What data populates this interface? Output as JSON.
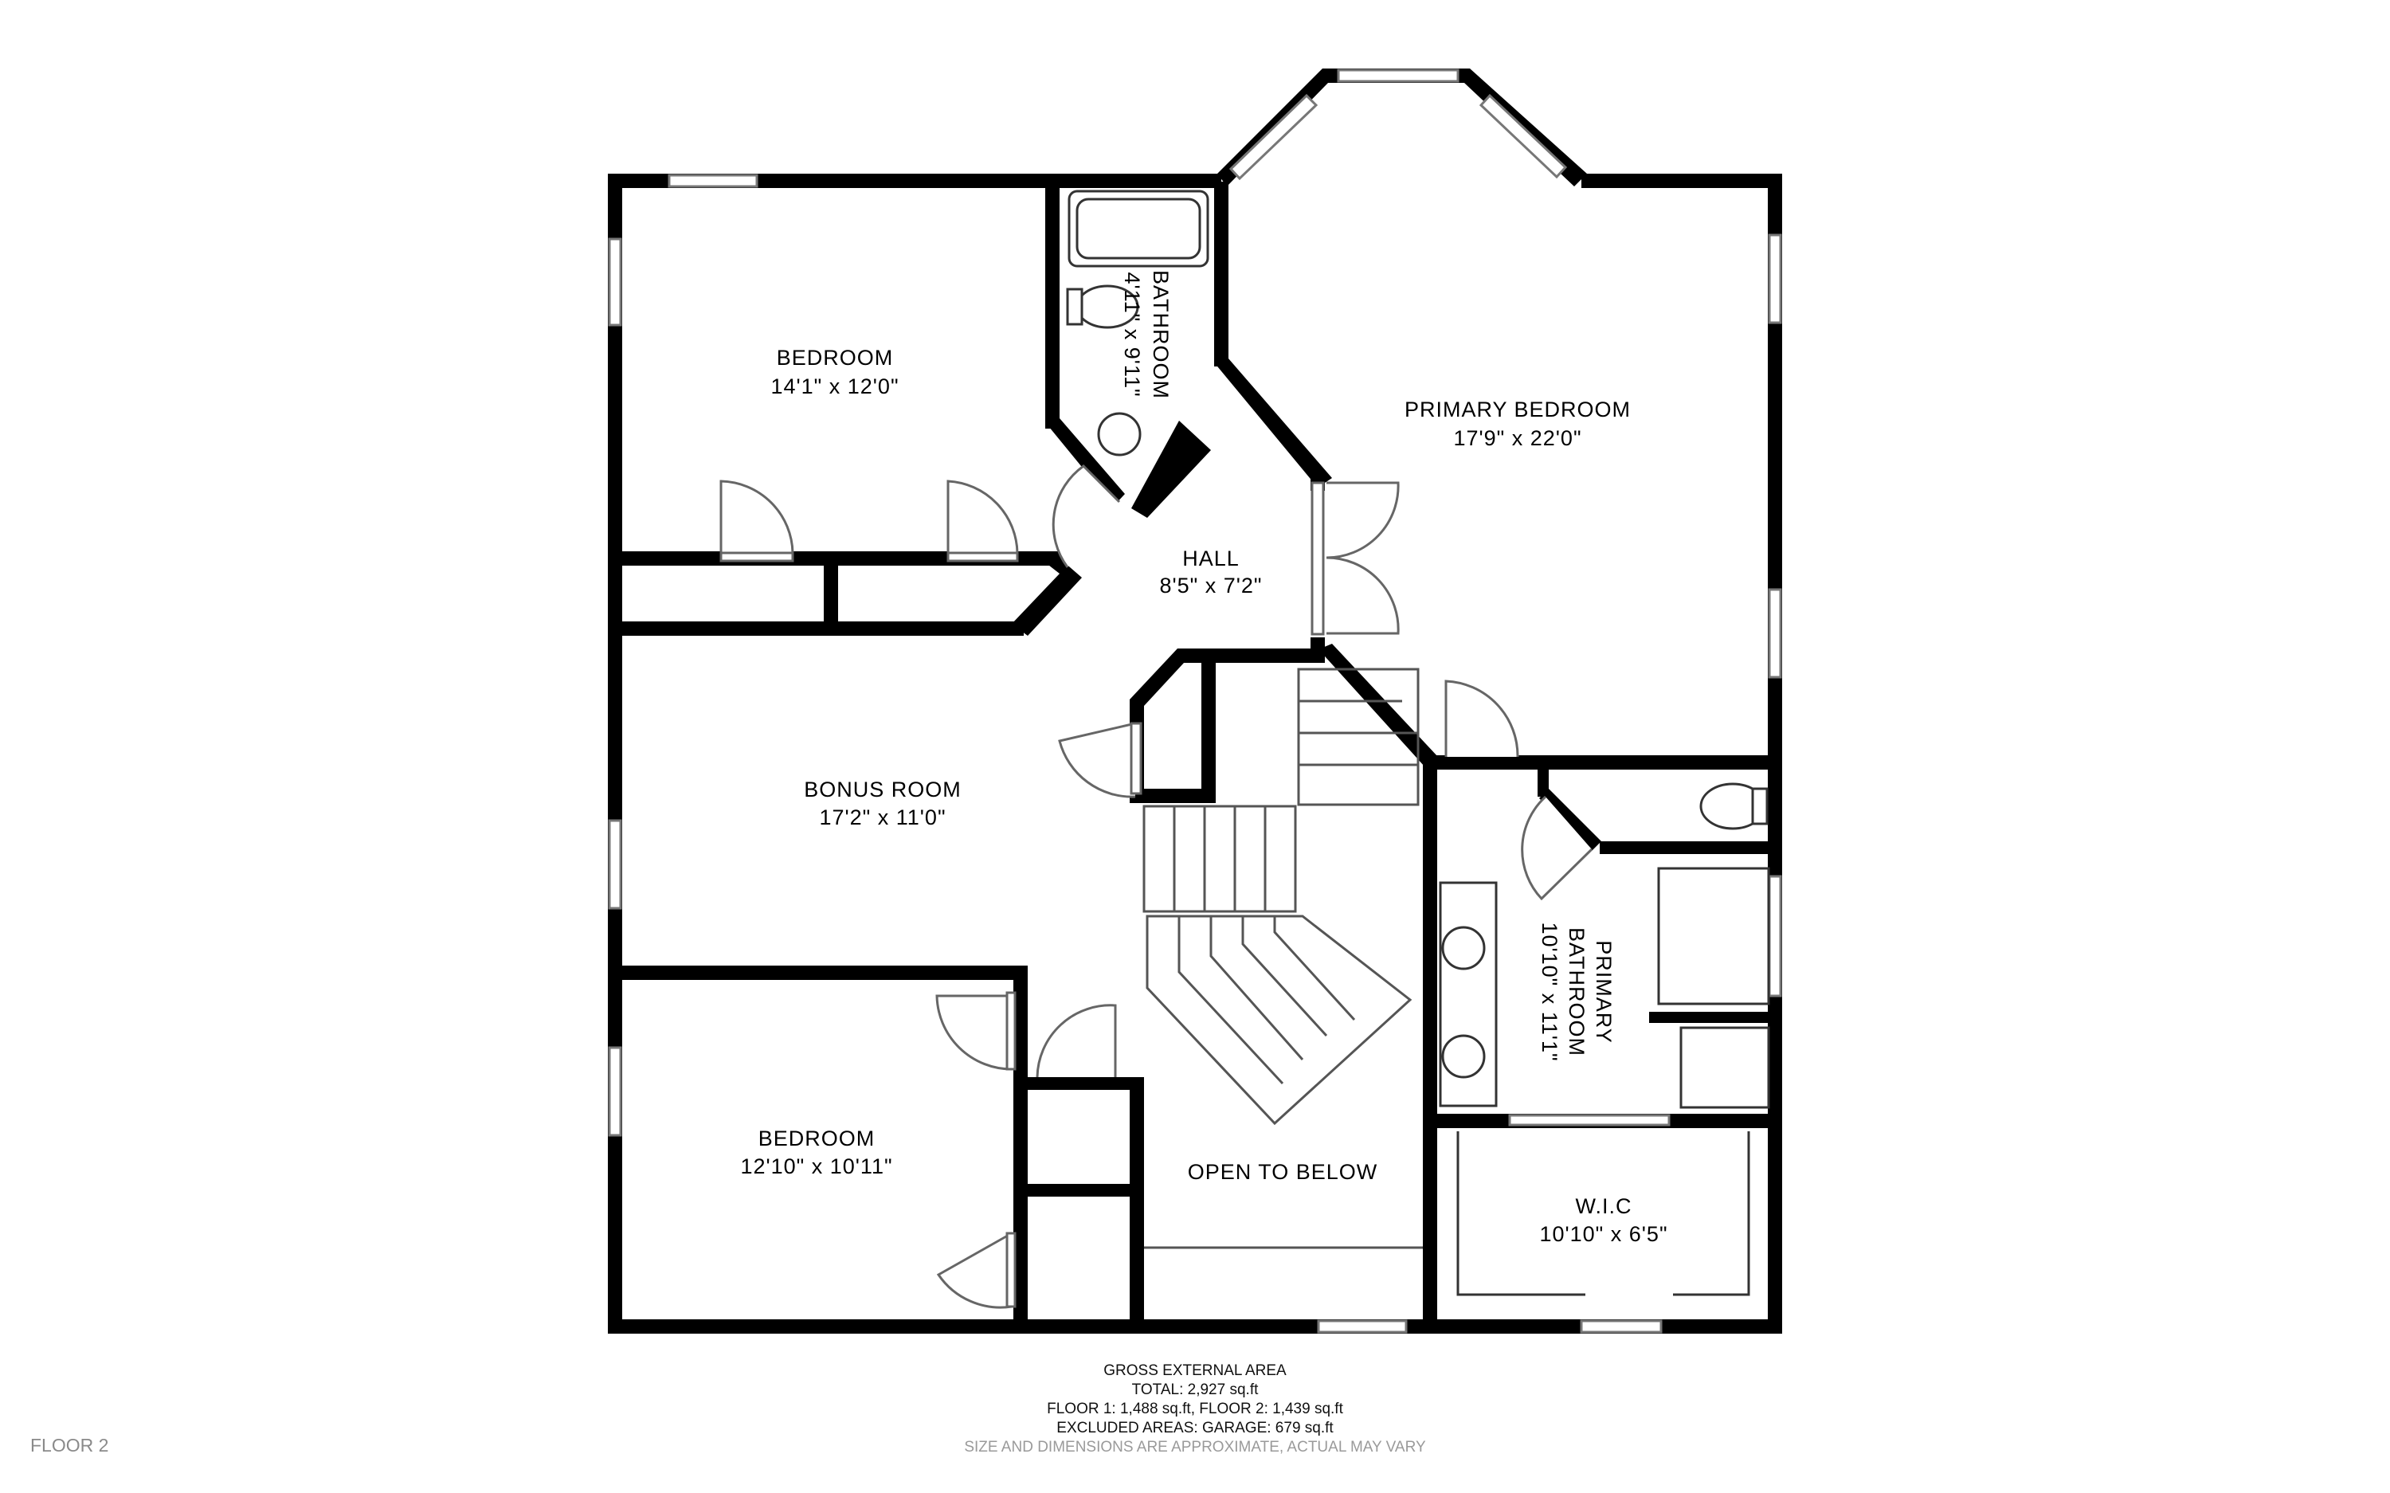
{
  "rooms": {
    "bedroom_1": {
      "name": "BEDROOM",
      "dims": "14'1\" x 12'0\""
    },
    "bathroom": {
      "name": "BATHROOM",
      "dims": "4'11\" x 9'11\""
    },
    "primary_bedroom": {
      "name": "PRIMARY BEDROOM",
      "dims": "17'9\" x 22'0\""
    },
    "hall": {
      "name": "HALL",
      "dims": "8'5\" x 7'2\""
    },
    "bonus_room": {
      "name": "BONUS ROOM",
      "dims": "17'2\" x 11'0\""
    },
    "primary_bathroom": {
      "name_line1": "PRIMARY",
      "name_line2": "BATHROOM",
      "dims": "10'10\" x 11'1\""
    },
    "bedroom_2": {
      "name": "BEDROOM",
      "dims": "12'10\" x 10'11\""
    },
    "open_to_below": {
      "name": "OPEN TO BELOW"
    },
    "wic": {
      "name": "W.I.C",
      "dims": "10'10\" x 6'5\""
    }
  },
  "area_summary": {
    "heading": "GROSS EXTERNAL AREA",
    "total": "TOTAL: 2,927 sq.ft",
    "floors": "FLOOR 1: 1,488 sq.ft, FLOOR 2: 1,439 sq.ft",
    "excluded": "EXCLUDED AREAS: GARAGE: 679 sq.ft",
    "disclaimer": "SIZE AND DIMENSIONS ARE APPROXIMATE, ACTUAL MAY VARY"
  },
  "floor_label": "FLOOR 2",
  "colors": {
    "wall": "#000000",
    "background": "#ffffff",
    "footer_light": "#9a9a9a"
  }
}
